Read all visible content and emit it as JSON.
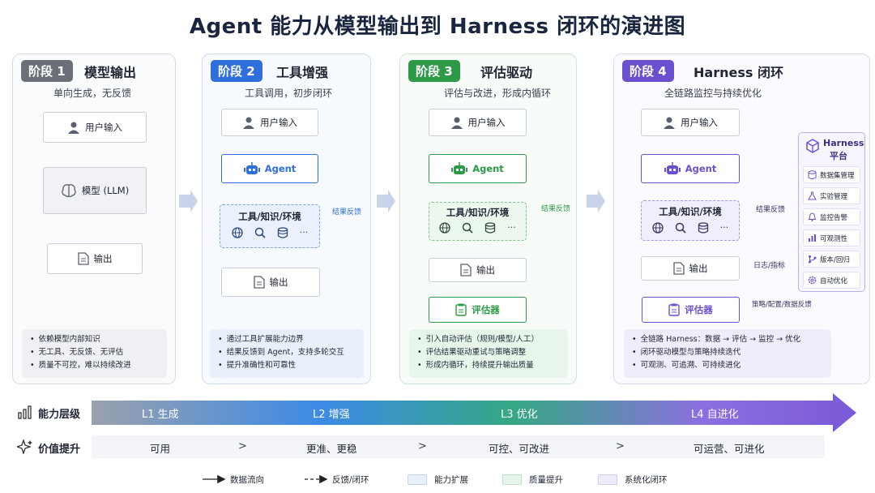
{
  "title": "Agent 能力从模型输出到 Harness 闭环的演进图",
  "colors": {
    "stage1": "#6b6f78",
    "stage2": "#2f6fdc",
    "stage3": "#2d9a47",
    "stage4": "#6a4fd0"
  },
  "stages": [
    {
      "badge": "阶段 1",
      "title": "模型输出",
      "subtitle": "单向生成，无反馈",
      "nodes": {
        "input": "用户输入",
        "model": "模型 (LLM)",
        "output": "输出"
      },
      "bullets": [
        "依赖模型内部知识",
        "无工具、无反馈、无评估",
        "质量不可控，难以持续改进"
      ]
    },
    {
      "badge": "阶段 2",
      "title": "工具增强",
      "subtitle": "工具调用，初步闭环",
      "nodes": {
        "input": "用户输入",
        "agent": "Agent",
        "tools": "工具/知识/环境",
        "output": "输出"
      },
      "feedback": "结果反馈",
      "bullets": [
        "通过工具扩展能力边界",
        "结果反馈到 Agent，支持多轮交互",
        "提升准确性和可靠性"
      ]
    },
    {
      "badge": "阶段 3",
      "title": "评估驱动",
      "subtitle": "评估与改进，形成内循环",
      "nodes": {
        "input": "用户输入",
        "agent": "Agent",
        "tools": "工具/知识/环境",
        "output": "输出",
        "evaluator": "评估器"
      },
      "feedback": "结果反馈",
      "bullets": [
        "引入自动评估（规则/模型/人工）",
        "评估结果驱动重试与策略调整",
        "形成内循环，持续提升输出质量"
      ]
    },
    {
      "badge": "阶段 4",
      "title": "Harness 闭环",
      "subtitle": "全链路监控与持续优化",
      "nodes": {
        "input": "用户输入",
        "agent": "Agent",
        "tools": "工具/知识/环境",
        "output": "输出",
        "evaluator": "评估器"
      },
      "feedback": "结果反馈",
      "log_label": "日志/指标",
      "policy_label": "策略/配置/数据反馈",
      "bullets": [
        "全链路 Harness：数据 → 评估 → 监控 → 优化",
        "闭环驱动模型与策略持续迭代",
        "可观测、可追溯、可持续进化"
      ]
    }
  ],
  "harness": {
    "title": "Harness",
    "title2": "平台",
    "items": [
      {
        "label": "数据集管理",
        "icon": "database-icon"
      },
      {
        "label": "实验管理",
        "icon": "flask-icon"
      },
      {
        "label": "监控告警",
        "icon": "bell-icon"
      },
      {
        "label": "可观测性",
        "icon": "chart-icon"
      },
      {
        "label": "版本/回归",
        "icon": "branch-icon"
      },
      {
        "label": "自动优化",
        "icon": "gear-icon"
      }
    ]
  },
  "banner": {
    "capability_label": "能力层级",
    "value_label": "价值提升",
    "levels": [
      "L1  生成",
      "L2  增强",
      "L3  优化",
      "L4  自进化"
    ],
    "values": [
      "可用",
      "更准、更稳",
      "可控、可改进",
      "可运营、可进化"
    ],
    "separator": ">"
  },
  "legend": {
    "solid": "数据流向",
    "dashed": "反馈/闭环",
    "blue": "能力扩展",
    "green": "质量提升",
    "purple": "系统化闭环"
  }
}
